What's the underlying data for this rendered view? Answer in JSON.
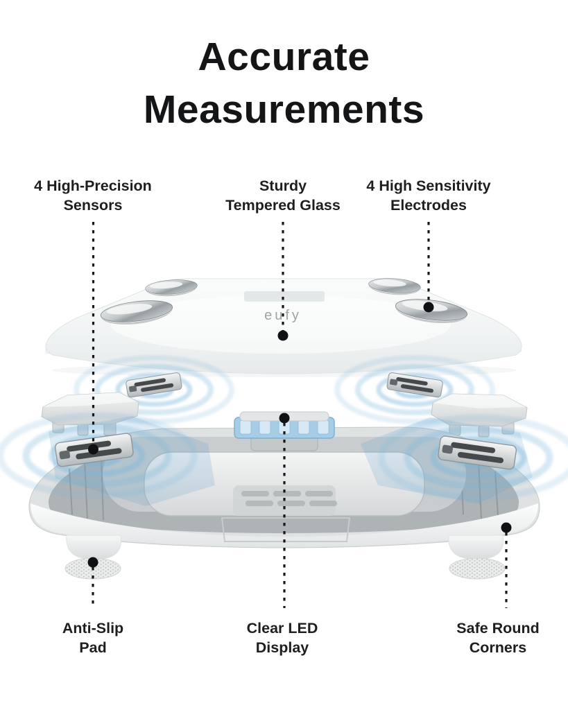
{
  "title": {
    "line1": "Accurate",
    "line2": "Measurements"
  },
  "callouts": {
    "top": [
      {
        "id": "high-precision-sensors",
        "line1": "4 High-Precision",
        "line2": "Sensors"
      },
      {
        "id": "sturdy-tempered-glass",
        "line1": "Sturdy",
        "line2": "Tempered Glass"
      },
      {
        "id": "high-sensitivity-electrodes",
        "line1": "4 High Sensitivity",
        "line2": "Electrodes"
      }
    ],
    "bottom": [
      {
        "id": "anti-slip-pad",
        "line1": "Anti-Slip",
        "line2": "Pad"
      },
      {
        "id": "clear-led-display",
        "line1": "Clear LED",
        "line2": "Display"
      },
      {
        "id": "safe-round-corners",
        "line1": "Safe Round",
        "line2": "Corners"
      }
    ]
  },
  "product": {
    "brand_logo": "eufy"
  },
  "colors": {
    "background": "#ffffff",
    "text-primary": "#141517",
    "ripple-blue": "#76b5dc",
    "module-blue": "#a6cce6",
    "base-gray": "#c5c9cb",
    "glass-white": "#f3f5f5"
  }
}
